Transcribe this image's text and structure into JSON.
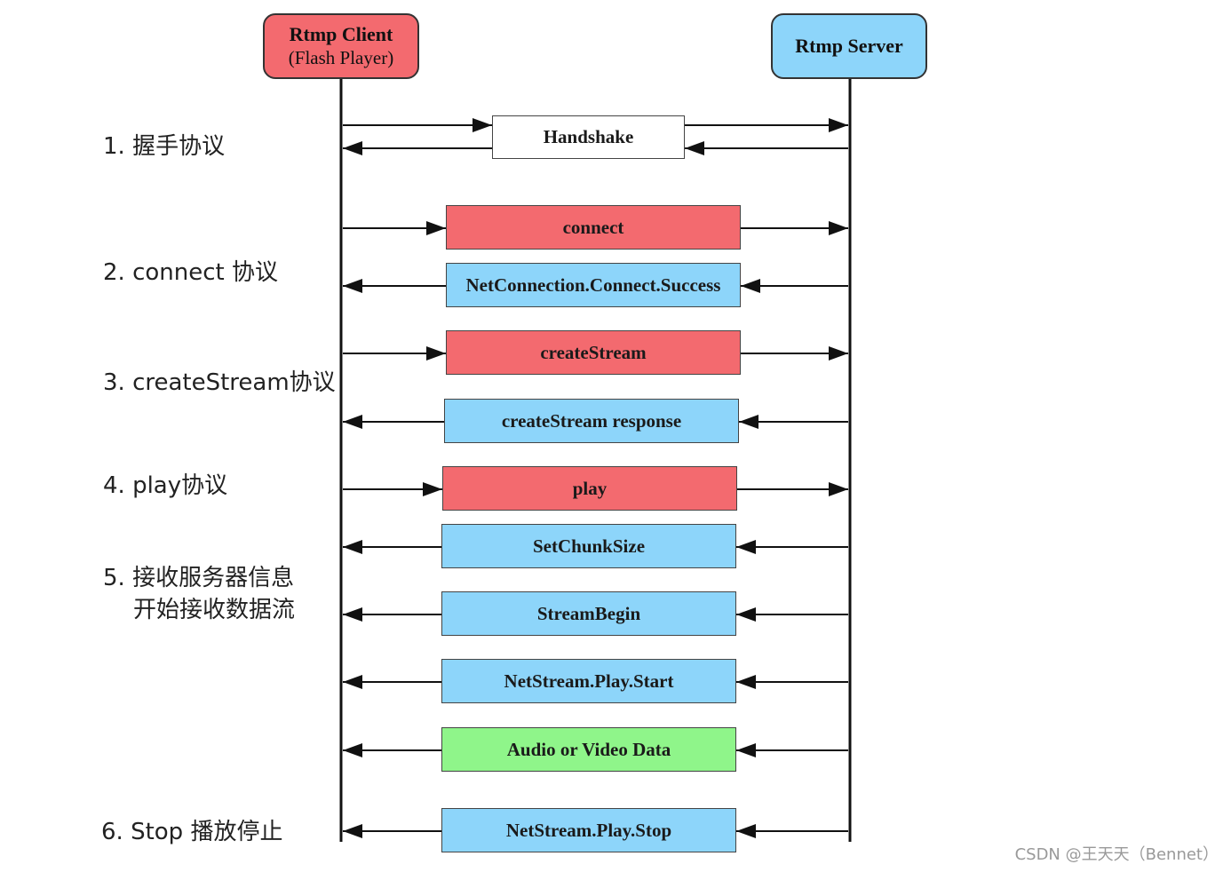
{
  "actors": {
    "client": {
      "title": "Rtmp Client",
      "subtitle": "(Flash Player)",
      "color": "#f36a6f"
    },
    "server": {
      "title": "Rtmp Server",
      "color": "#8dd5fa"
    }
  },
  "phases": [
    {
      "lines": [
        "1. 握手协议"
      ]
    },
    {
      "lines": [
        "2. connect 协议"
      ]
    },
    {
      "lines": [
        "3. createStream协议"
      ]
    },
    {
      "lines": [
        "4. play协议"
      ]
    },
    {
      "lines": [
        "5. 接收服务器信息",
        "开始接收数据流"
      ]
    },
    {
      "lines": [
        "6. Stop 播放停止"
      ]
    }
  ],
  "messages": [
    {
      "label": "Handshake",
      "direction": "both",
      "color": "#ffffff"
    },
    {
      "label": "connect",
      "direction": "to-server",
      "color": "#f36a6f"
    },
    {
      "label": "NetConnection.Connect.Success",
      "direction": "to-client",
      "color": "#8dd5fa"
    },
    {
      "label": "createStream",
      "direction": "to-server",
      "color": "#f36a6f"
    },
    {
      "label": "createStream response",
      "direction": "to-client",
      "color": "#8dd5fa"
    },
    {
      "label": "play",
      "direction": "to-server",
      "color": "#f36a6f"
    },
    {
      "label": "SetChunkSize",
      "direction": "to-client",
      "color": "#8dd5fa"
    },
    {
      "label": "StreamBegin",
      "direction": "to-client",
      "color": "#8dd5fa"
    },
    {
      "label": "NetStream.Play.Start",
      "direction": "to-client",
      "color": "#8dd5fa"
    },
    {
      "label": "Audio or Video Data",
      "direction": "to-client",
      "color": "#8ff58a"
    },
    {
      "label": "NetStream.Play.Stop",
      "direction": "to-client",
      "color": "#8dd5fa"
    }
  ],
  "watermark": "CSDN @王天天（Bennet）"
}
